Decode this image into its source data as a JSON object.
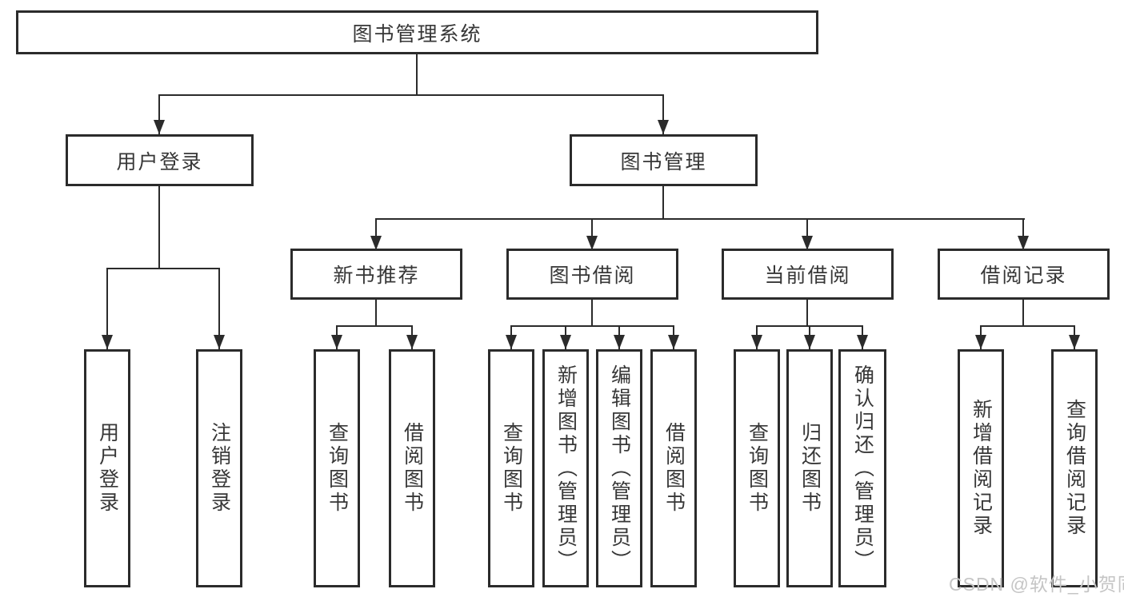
{
  "diagram": {
    "root": {
      "label": "图书管理系统"
    },
    "branches": [
      {
        "label": "用户登录",
        "leaves": [
          {
            "label": "用户登录"
          },
          {
            "label": "注销登录"
          }
        ]
      },
      {
        "label": "图书管理",
        "groups": [
          {
            "label": "新书推荐",
            "leaves": [
              {
                "label": "查询图书"
              },
              {
                "label": "借阅图书"
              }
            ]
          },
          {
            "label": "图书借阅",
            "leaves": [
              {
                "label": "查询图书"
              },
              {
                "label": "新增图书（管理员）"
              },
              {
                "label": "编辑图书（管理员）"
              },
              {
                "label": "借阅图书"
              }
            ]
          },
          {
            "label": "当前借阅",
            "leaves": [
              {
                "label": "查询图书"
              },
              {
                "label": "归还图书"
              },
              {
                "label": "确认归还（管理员）"
              }
            ]
          },
          {
            "label": "借阅记录",
            "leaves": [
              {
                "label": "新增借阅记录"
              },
              {
                "label": "查询借阅记录"
              }
            ]
          }
        ]
      }
    ]
  },
  "watermark": {
    "text": "CSDN @软件_小贺同学"
  },
  "colors": {
    "line": "#2b2b2b",
    "text": "#373737",
    "watermark": "#c5c5c5",
    "background": "#ffffff"
  }
}
